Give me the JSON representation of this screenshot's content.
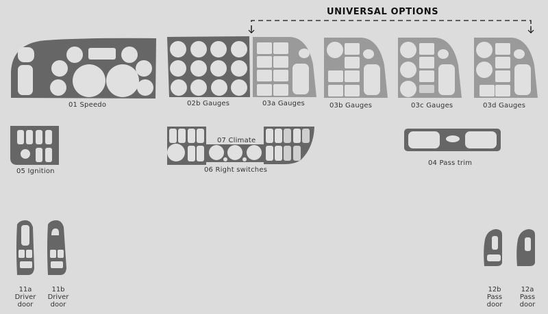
{
  "header": {
    "universal_options_title": "UNIVERSAL OPTIONS"
  },
  "colors": {
    "background": "#dcdcdc",
    "panel_dark": "#666666",
    "panel_light": "#9a9a9a",
    "cutout": "#e0e0e0",
    "text": "#333333"
  },
  "parts": {
    "p01": {
      "label": "01 Speedo"
    },
    "p02b": {
      "label": "02b Gauges"
    },
    "p03a": {
      "label": "03a Gauges"
    },
    "p03b": {
      "label": "03b Gauges"
    },
    "p03c": {
      "label": "03c Gauges"
    },
    "p03d": {
      "label": "03d Gauges"
    },
    "p05": {
      "label": "05 Ignition"
    },
    "p06": {
      "label": "06 Right switches"
    },
    "p07": {
      "label": "07 Climate"
    },
    "p04": {
      "label": "04 Pass trim"
    },
    "p11a": {
      "line1": "11a",
      "line2": "Driver",
      "line3": "door"
    },
    "p11b": {
      "line1": "11b",
      "line2": "Driver",
      "line3": "door"
    },
    "p12b": {
      "line1": "12b",
      "line2": "Pass",
      "line3": "door"
    },
    "p12a": {
      "line1": "12a",
      "line2": "Pass",
      "line3": "door"
    }
  }
}
